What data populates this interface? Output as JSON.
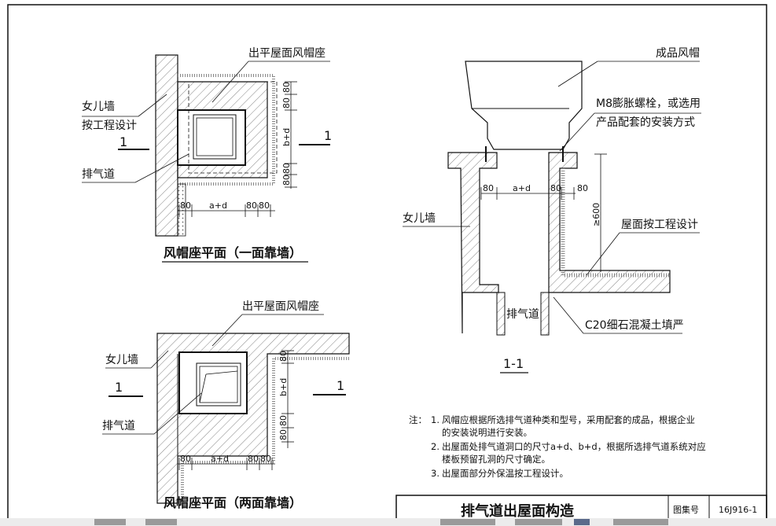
{
  "plan1": {
    "label_hood_seat": "出平屋面风帽座",
    "label_parapet_1": "女儿墙",
    "label_parapet_2": "按工程设计",
    "label_exhaust": "排气道",
    "section_mark_left": "1",
    "section_mark_right": "1",
    "dim_ad": "a+d",
    "dim_bd": "b+d",
    "dim_80": "80",
    "caption": "风帽座平面（一面靠墙）"
  },
  "plan2": {
    "label_hood_seat": "出平屋面风帽座",
    "label_parapet": "女儿墙",
    "label_exhaust": "排气道",
    "section_mark_left": "1",
    "section_mark_right": "1",
    "dim_ad": "a+d",
    "dim_bd": "b+d",
    "dim_80": "80",
    "caption": "风帽座平面（两面靠墙）"
  },
  "section": {
    "label_hood": "成品风帽",
    "label_bolt_1": "M8膨胀螺栓，或选用",
    "label_bolt_2": "产品配套的安装方式",
    "label_parapet": "女儿墙",
    "label_roof": "屋面按工程设计",
    "label_exhaust": "排气道",
    "label_concrete": "C20细石混凝土填严",
    "dim_ad": "a+d",
    "dim_80": "80",
    "dim_600": "≥600",
    "caption": "1-1"
  },
  "notes": {
    "prefix": "注：",
    "items": [
      {
        "num": "1.",
        "line1": "风帽应根据所选排气道种类和型号，采用配套的成品，根据企业",
        "line2": "的安装说明进行安装。"
      },
      {
        "num": "2.",
        "line1": "出屋面处排气道洞口的尺寸a+d、b+d，根据所选排气道系统对应",
        "line2": "楼板预留孔洞的尺寸确定。"
      },
      {
        "num": "3.",
        "line1": "出屋面部分外保温按工程设计。",
        "line2": ""
      }
    ]
  },
  "title_block": {
    "title": "排气道出屋面构造",
    "atlas_label": "图集号",
    "atlas_number": "16J916-1"
  },
  "colors": {
    "line": "#111111",
    "hatch": "#555555",
    "insulation": "#9a9a9a"
  }
}
